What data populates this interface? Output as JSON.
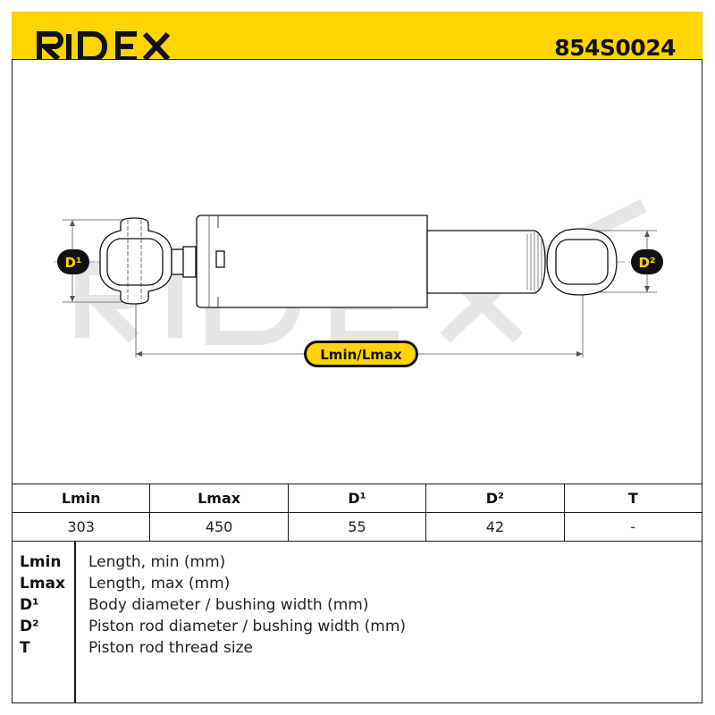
{
  "brand": {
    "name": "RIDEX",
    "accent_color": "#ffd400",
    "watermark_color": "#e8e8e8"
  },
  "part_number": "854S0024",
  "drawing": {
    "labels": {
      "d1": "D¹",
      "d2": "D²",
      "length": "Lmin/Lmax"
    }
  },
  "table": {
    "headers": [
      "Lmin",
      "Lmax",
      "D¹",
      "D²",
      "T"
    ],
    "values": [
      "303",
      "450",
      "55",
      "42",
      "-"
    ]
  },
  "legend": [
    {
      "key": "Lmin",
      "text": "Length, min (mm)"
    },
    {
      "key": "Lmax",
      "text": "Length, max (mm)"
    },
    {
      "key": "D¹",
      "text": "Body diameter / bushing width (mm)"
    },
    {
      "key": "D²",
      "text": "Piston rod diameter / bushing width (mm)"
    },
    {
      "key": "T",
      "text": "Piston rod thread size"
    }
  ]
}
